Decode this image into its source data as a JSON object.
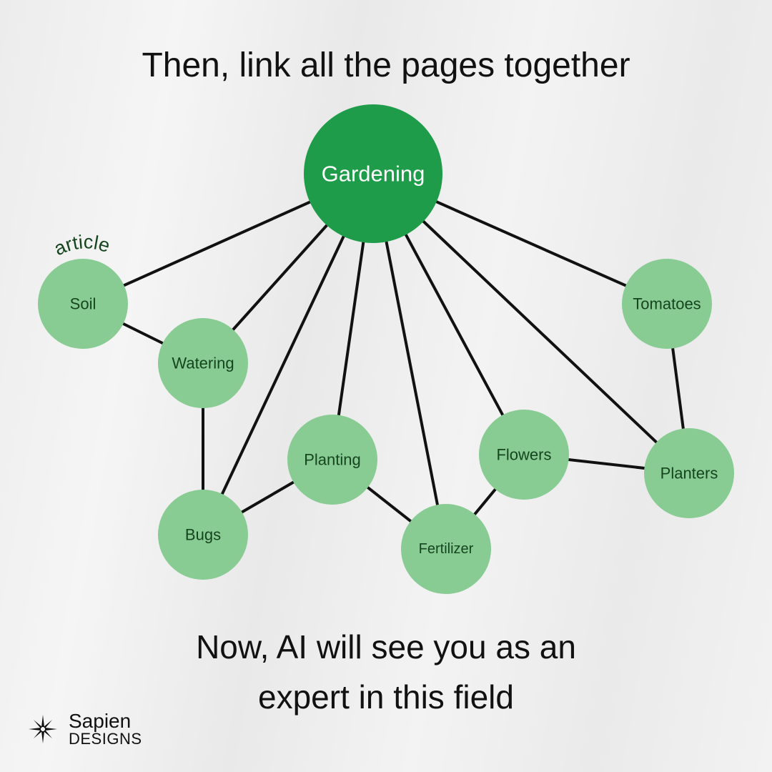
{
  "title": "Then, link all the pages together",
  "footer": {
    "line1": "Now, AI will see you as an",
    "line2": "expert in this field"
  },
  "annotation": "article",
  "colors": {
    "hub": "#1f9c4a",
    "node": "#88cc94",
    "node_text": "#15451f",
    "edge": "#111111"
  },
  "hub": {
    "id": "gardening",
    "label": "Gardening"
  },
  "nodes": [
    {
      "id": "soil",
      "label": "Soil"
    },
    {
      "id": "watering",
      "label": "Watering"
    },
    {
      "id": "bugs",
      "label": "Bugs"
    },
    {
      "id": "planting",
      "label": "Planting"
    },
    {
      "id": "fertilizer",
      "label": "Fertilizer"
    },
    {
      "id": "flowers",
      "label": "Flowers"
    },
    {
      "id": "tomatoes",
      "label": "Tomatoes"
    },
    {
      "id": "planters",
      "label": "Planters"
    }
  ],
  "edges": [
    [
      "gardening",
      "soil"
    ],
    [
      "gardening",
      "watering"
    ],
    [
      "gardening",
      "bugs"
    ],
    [
      "gardening",
      "planting"
    ],
    [
      "gardening",
      "fertilizer"
    ],
    [
      "gardening",
      "flowers"
    ],
    [
      "gardening",
      "planters"
    ],
    [
      "gardening",
      "tomatoes"
    ],
    [
      "soil",
      "watering"
    ],
    [
      "watering",
      "bugs"
    ],
    [
      "bugs",
      "planting"
    ],
    [
      "planting",
      "fertilizer"
    ],
    [
      "fertilizer",
      "flowers"
    ],
    [
      "flowers",
      "planters"
    ],
    [
      "tomatoes",
      "planters"
    ]
  ],
  "logo": {
    "line1": "Sapien",
    "line2": "DESIGNS"
  }
}
